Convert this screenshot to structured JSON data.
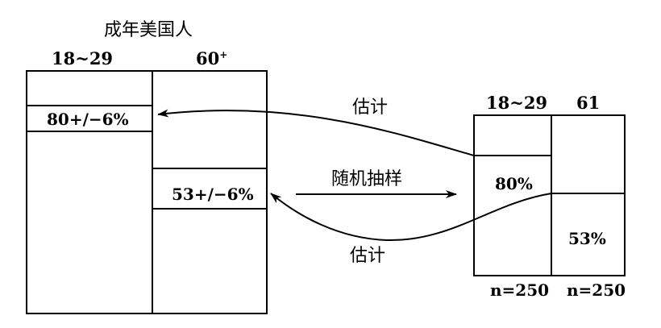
{
  "population": {
    "title": "成年美国人",
    "col_young": "18~29",
    "col_old": "60",
    "col_old_sup": "+",
    "young_estimate": "80+/−6%",
    "old_estimate": "53+/−6%"
  },
  "sample": {
    "col_young": "18~29",
    "col_old": "61",
    "young_value": "80%",
    "old_value": "53%",
    "n_young": "n=250",
    "n_old": "n=250"
  },
  "arrows": {
    "estimate_top": "估计",
    "random_sampling": "随机抽样",
    "estimate_bottom": "估计"
  }
}
